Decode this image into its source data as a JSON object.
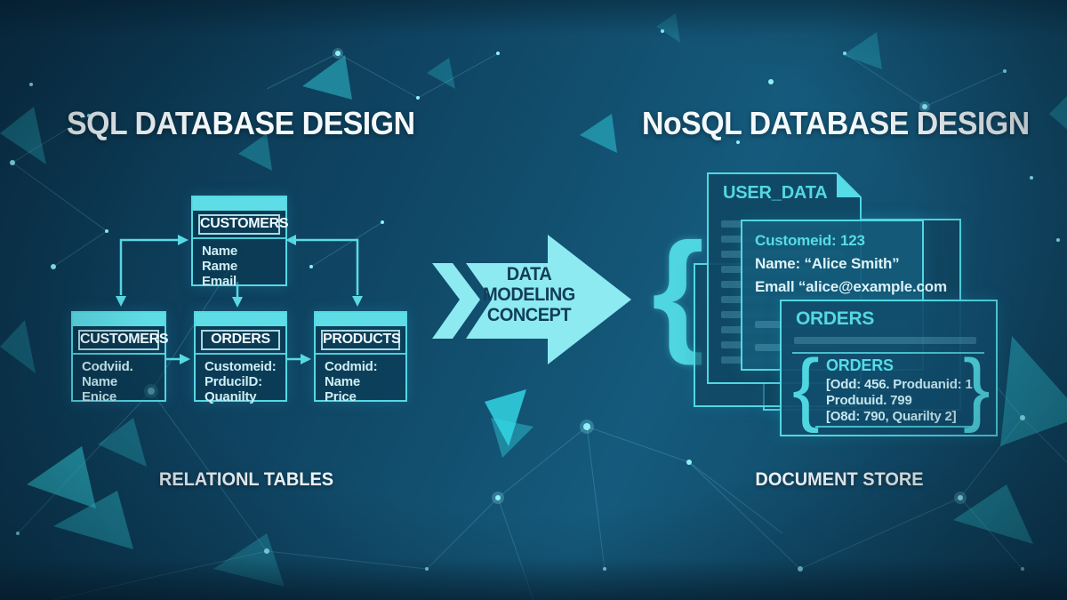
{
  "header": {
    "left_title": "SQL DATABASE DESIGN",
    "right_title": "NoSQL DATABASE DESIGN"
  },
  "footer": {
    "left_caption": "RELATIONL TABLES",
    "right_caption": "DOCUMENT STORE"
  },
  "center_arrow": {
    "line1": "DATA",
    "line2": "MODELING",
    "line3": "CONCEPT"
  },
  "sql_diagram": {
    "customers_top": {
      "header": "CUSTOMERS",
      "rows": [
        "Name",
        "Rame",
        "Email"
      ]
    },
    "customers_left": {
      "header": "CUSTOMERS",
      "rows": [
        "Codviid.",
        "Name",
        "Enice"
      ]
    },
    "orders": {
      "header": "ORDERS",
      "rows": [
        "Customeid:",
        "PrducilD:",
        "Quanilty"
      ]
    },
    "products": {
      "header": "PRODUCTS",
      "rows": [
        "Codmid:",
        "Name",
        "Price"
      ]
    }
  },
  "nosql_diagram": {
    "user_data_title": "USER_DATA",
    "customer_doc": {
      "line1": "Customeid: 123",
      "line2": "Name: “Alice Smith”",
      "line3": "Emall “alice@example.com"
    },
    "orders_doc": {
      "title": "ORDERS",
      "inner_title": "ORDERS",
      "line1": "[Odd: 456. Produanid: 1 ]",
      "line2": "Produuid. 799",
      "line3": "[O8d: 790, Quarilty 2]"
    },
    "brace_left": "{",
    "brace_right": "}"
  },
  "colors": {
    "accent_teal": "#55d9e3",
    "arrow_fill": "#8deaf1",
    "arrow_text": "#123d59",
    "background_deep": "#0a3048",
    "background_mid": "#155a7c",
    "title_white": "#f4f9fb"
  }
}
